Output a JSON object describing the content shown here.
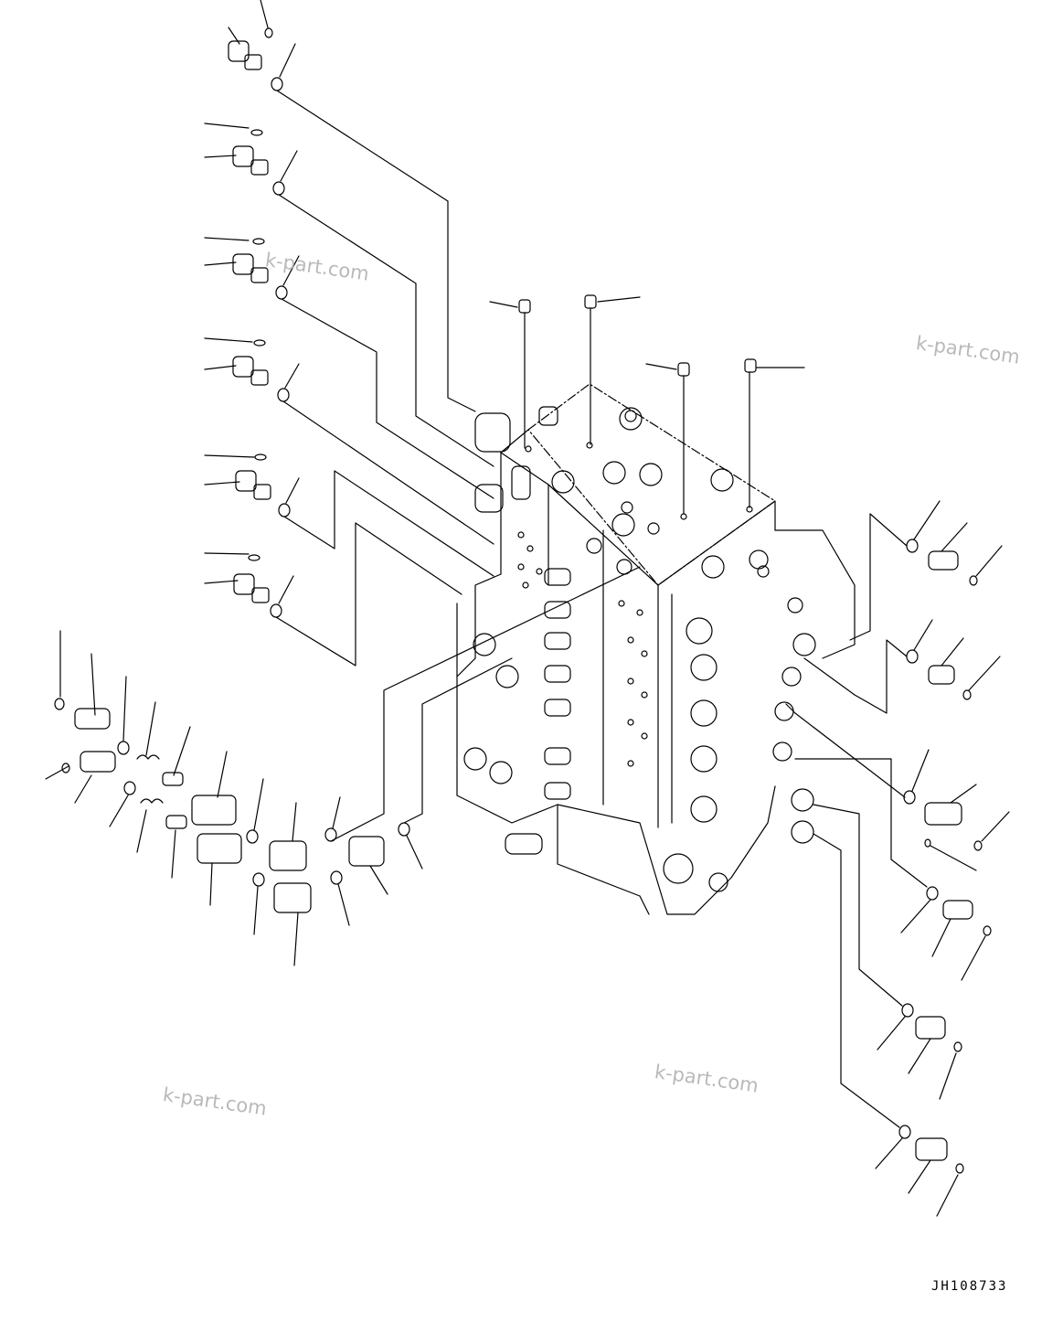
{
  "watermarks": [
    "k-part.com",
    "k-part.com",
    "k-part.com",
    "k-part.com"
  ],
  "figure_id": "JH108733",
  "line_color": "#000000",
  "watermark_color": "#b9b9b9"
}
